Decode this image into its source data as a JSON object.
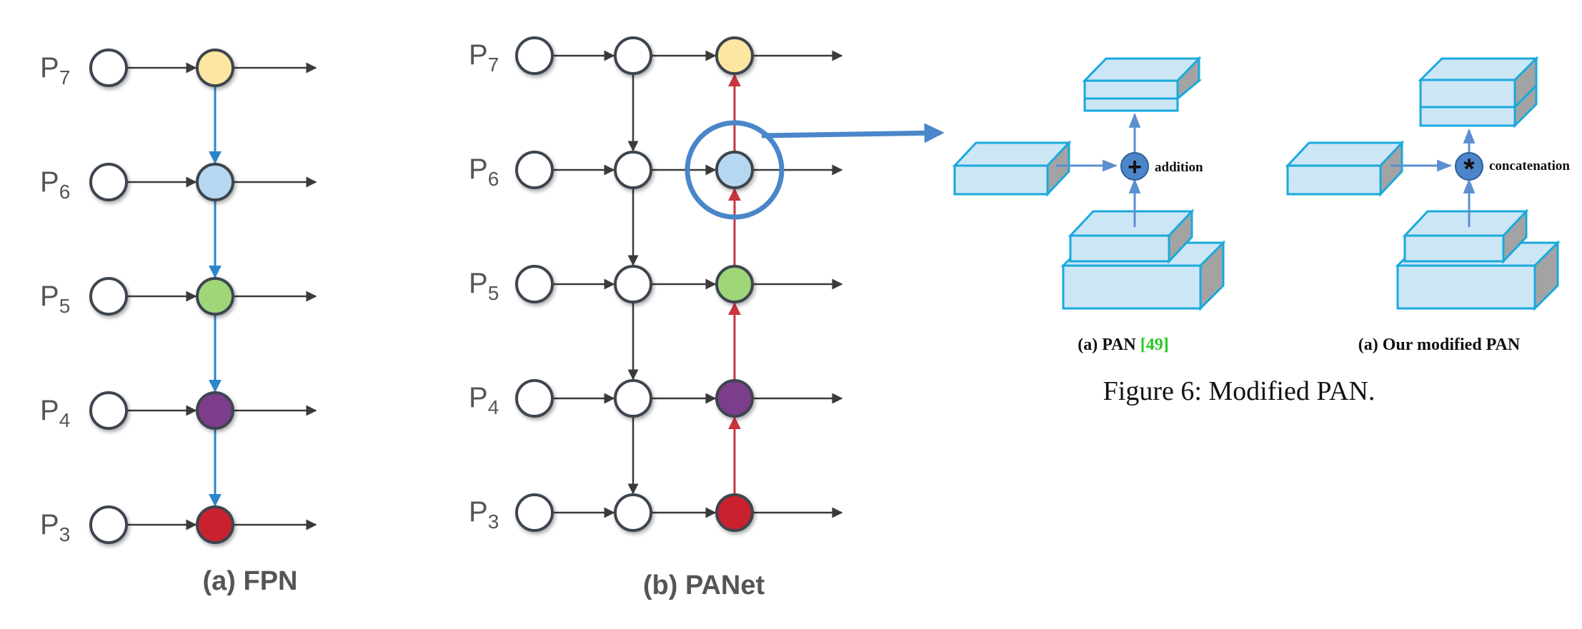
{
  "fpn": {
    "levels": [
      "P",
      "P",
      "P",
      "P",
      "P"
    ],
    "subscripts": [
      "7",
      "6",
      "5",
      "4",
      "3"
    ],
    "caption": "(a) FPN",
    "node_colors": [
      "#fde6a1",
      "#b6d7f0",
      "#9fd677",
      "#7b3d8a",
      "#c9232f"
    ],
    "path_color": "#2a86c9"
  },
  "panet": {
    "levels": [
      "P",
      "P",
      "P",
      "P",
      "P"
    ],
    "subscripts": [
      "7",
      "6",
      "5",
      "4",
      "3"
    ],
    "caption": "(b) PANet",
    "node_colors": [
      "#fde6a1",
      "#b6d7f0",
      "#9fd677",
      "#7b3d8a",
      "#c9232f"
    ],
    "path_color": "#c8343f",
    "highlight_color": "#4a86c9"
  },
  "pan_original": {
    "operator": "+",
    "operator_label": "addition",
    "caption_prefix": "(a) PAN ",
    "caption_ref": "[49]"
  },
  "pan_modified": {
    "operator": "*",
    "operator_label": "concatenation",
    "caption": "(a) Our modified PAN"
  },
  "figure_caption": "Figure 6: Modified PAN.",
  "colors": {
    "box_fill": "#cde6f5",
    "box_edge": "#19a9dd",
    "box_side": "#a3a3a3",
    "op_fill": "#4d86c8",
    "arrow_gray": "#3a3a3a",
    "node_stroke": "#3d4450"
  }
}
